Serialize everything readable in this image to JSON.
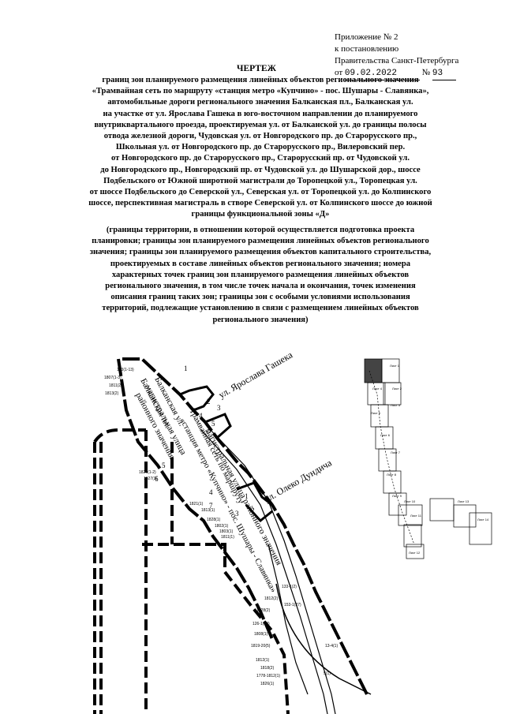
{
  "appendix": {
    "line1": "Приложение № 2",
    "line2": "к постановлению",
    "line3": "Правительства Санкт-Петербурга",
    "date_prefix": "от",
    "date": "09.02.2022",
    "num_prefix": "№",
    "number": "93"
  },
  "title": {
    "heading": "ЧЕРТЕЖ",
    "lines": [
      "границ зон планируемого размещения линейных объектов регионального значения",
      "«Трамвайная сеть по маршруту «станция метро «Купчино» - пос. Шушары - Славянка»,",
      "автомобильные дороги регионального значения Балканская пл., Балканская ул.",
      "на участке от ул. Ярослава Гашека в юго-восточном направлении до планируемого",
      "внутриквартального проезда, проектируемая ул. от Балканской ул. до границы полосы",
      "отвода железной дороги, Чудовская ул. от Новгородского пр. до Старорусского пр.,",
      "Школьная ул. от Новгородского пр. до Старорусского пр., Вилеровский пер.",
      "от Новгородского пр. до Старорусского пр., Старорусский пр. от Чудовской ул.",
      "до Новгородского пр., Новгородский пр. от Чудовской ул. до Шушарской дор., шоссе",
      "Подбельского от Южной широтной магистрали до Торопецкой ул., Торопецкая ул.",
      "от шоссе Подбельского до Северской ул., Северская ул. от Торопецкой ул. до Колпинского",
      "шоссе, перспективная магистраль в створе Северской ул. от Колпинского шоссе до южной",
      "границы функциональной зоны «Д»"
    ]
  },
  "subtitle": {
    "lines": [
      "(границы территории, в отношении которой осуществляется подготовка проекта",
      "планировки; границы зон планируемого размещения линейных объектов регионального",
      "значения; границы зон планируемого размещения объектов капитального строительства,",
      "проектируемых в составе линейных объектов регионального значения; номера",
      "характерных точек границ зон планируемого размещения линейных объектов",
      "регионального значения, в том числе точек начала и окончания, точек изменения",
      "описания границ таких зон; границы зон с особыми условиями использования",
      "территорий, подлежащие установлению в связи с размещением линейных объектов",
      "регионального значения)"
    ]
  },
  "map": {
    "street_gashek": "ул. Ярослава Гашека",
    "street_dundich": "ул. Олеко Дундича",
    "label_balkan_1": "Балканская ул.",
    "label_balkan_2": "магистральная улица",
    "label_balkan_3": "районного значения",
    "label_balkan_4": "Балканская пл.",
    "label_tram_1": "Трамвайная сеть по маршруту",
    "label_tram_2": "«станция метро «Купчино» - пос. Шушары - Славянка»",
    "label_main_1": "магистральная улица районного значения",
    "sheets": [
      "Лист 1",
      "Лист 2",
      "Лист 3",
      "Лист 4",
      "Лист 5",
      "Лист 6",
      "Лист 7",
      "Лист 8",
      "Лист 9",
      "Лист 10",
      "Лист 11",
      "Лист 12",
      "Лист 13",
      "Лист 14"
    ],
    "point_labels": [
      "1",
      "2",
      "3",
      "4",
      "5",
      "6",
      "7",
      "1",
      "2",
      "3",
      "4",
      "5"
    ],
    "small_labels": [
      "143(1-13)",
      "1807(1-3)",
      "1811(2)",
      "1813(2)",
      "1826(1-2)",
      "1827(1)",
      "1821(1)",
      "1813(1)",
      "1828(1)",
      "1802(1)",
      "1803(1)",
      "1811(1)",
      "133-1(2)",
      "1812(2)",
      "1828(2)",
      "153-1(27)",
      "126-1(20)",
      "1808(1)",
      "1819-20(5)",
      "1812(1)",
      "1818(2)",
      "1778-1812(1)",
      "1826(1)",
      "13-4(1)",
      "5(1)"
    ]
  }
}
